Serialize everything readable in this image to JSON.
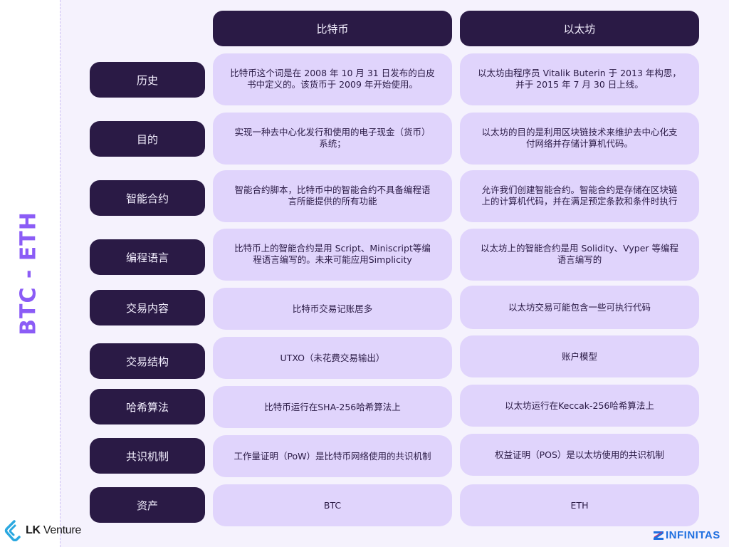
{
  "side_title": "BTC - ETH",
  "columns": {
    "btc": "比特币",
    "eth": "以太坊"
  },
  "rows": [
    {
      "label": "历史",
      "btc": [
        "比特币这个词是在 2008 年 10 月 31 日发布的白皮",
        "书中定义的。该货币于 2009 年开始使用。"
      ],
      "eth": [
        "以太坊由程序员 Vitalik Buterin 于 2013 年构思，",
        "并于 2015 年 7 月 30 日上线。"
      ]
    },
    {
      "label": "目的",
      "btc": [
        "实现一种去中心化发行和使用的电子现金（货币）",
        "系统；"
      ],
      "eth": [
        "以太坊的目的是利用区块链技术来维护去中心化支",
        "付网络并存储计算机代码。"
      ]
    },
    {
      "label": "智能合约",
      "btc": [
        "智能合约脚本，比特币中的智能合约不具备编程语",
        "言所能提供的所有功能"
      ],
      "eth": [
        "允许我们创建智能合约。智能合约是存储在区块链",
        "上的计算机代码，并在满足预定条款和条件时执行"
      ]
    },
    {
      "label": "编程语言",
      "btc": [
        "比特币上的智能合约是用 Script、Miniscript等编",
        "程语言编写的。未来可能应用Simplicity"
      ],
      "eth": [
        "以太坊上的智能合约是用 Solidity、Vyper 等编程",
        "语言编写的"
      ]
    },
    {
      "label": "交易内容",
      "btc": [
        "比特币交易记账居多"
      ],
      "eth": [
        "以太坊交易可能包含一些可执行代码"
      ]
    },
    {
      "label": "交易结构",
      "btc": [
        "UTXO（未花费交易输出）"
      ],
      "eth": [
        "账户模型"
      ]
    },
    {
      "label": "哈希算法",
      "btc": [
        "比特币运行在SHA-256哈希算法上"
      ],
      "eth": [
        "以太坊运行在Keccak-256哈希算法上"
      ]
    },
    {
      "label": "共识机制",
      "btc": [
        "工作量证明（PoW）是比特币网络使用的共识机制"
      ],
      "eth": [
        "权益证明（POS）是以太坊使用的共识机制"
      ]
    },
    {
      "label": "资产",
      "btc": [
        "BTC"
      ],
      "eth": [
        "ETH"
      ]
    }
  ],
  "footer": {
    "left_logo_bold": "LK",
    "left_logo_text": "Venture",
    "right_logo_text": "INFINITAS"
  },
  "colors": {
    "dark_pill": "#2a1a45",
    "cell_fill": "#e0d4fc",
    "background": "#f5f2fd",
    "accent_purple": "#8b5cf6",
    "lk_blue": "#2aa8e0",
    "infinitas_blue": "#1e6fe0"
  }
}
